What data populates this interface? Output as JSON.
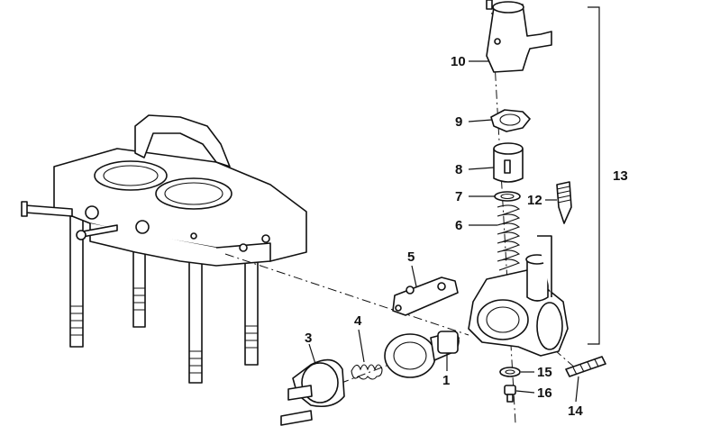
{
  "diagram": {
    "callouts": [
      "1",
      "3",
      "4",
      "5",
      "6",
      "7",
      "8",
      "9",
      "10",
      "12",
      "13",
      "14",
      "15",
      "16"
    ]
  }
}
